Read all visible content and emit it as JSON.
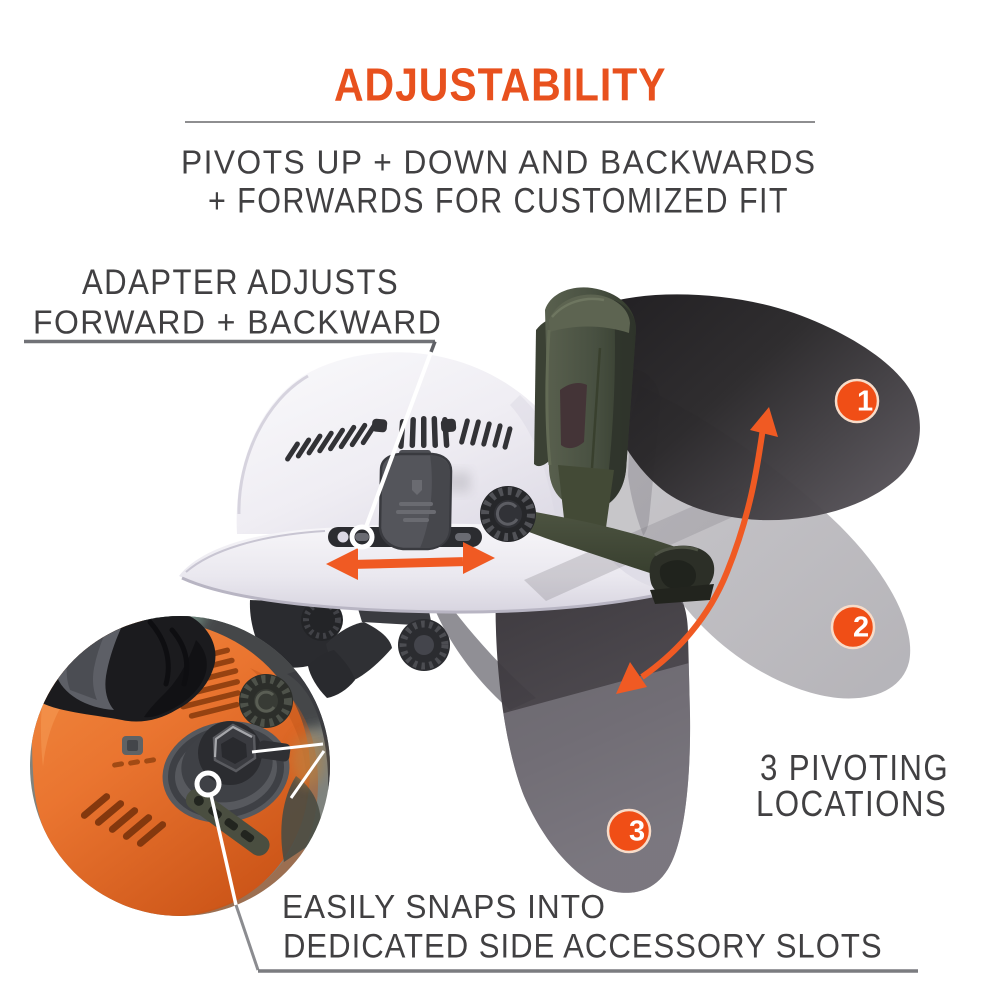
{
  "header": {
    "title": "ADJUSTABILITY",
    "subtitle_line1": "PIVOTS UP + DOWN AND BACKWARDS",
    "subtitle_line2": "+ FORWARDS FOR CUSTOMIZED FIT"
  },
  "callouts": {
    "adapter": {
      "line1": "ADAPTER ADJUSTS",
      "line2": "FORWARD + BACKWARD"
    },
    "pivoting": {
      "line1": "3 PIVOTING",
      "line2": "LOCATIONS"
    },
    "snaps": {
      "line1": "EASILY SNAPS INTO",
      "line2": "DEDICATED SIDE ACCESSORY SLOTS"
    }
  },
  "badges": [
    {
      "label": "1"
    },
    {
      "label": "2"
    },
    {
      "label": "3"
    }
  ],
  "colors": {
    "accent_orange": "#f05123",
    "title_orange": "#e8511e",
    "text_gray": "#414042",
    "divider_gray": "#8e8e90",
    "underline_dark": "#55565a",
    "underline_bottom": "#7b7c80"
  },
  "icons": {
    "slide_arrow": "horizontal-double-arrow",
    "pivot_arrow": "curved-double-arrow",
    "callout_marker": "white-ring"
  }
}
